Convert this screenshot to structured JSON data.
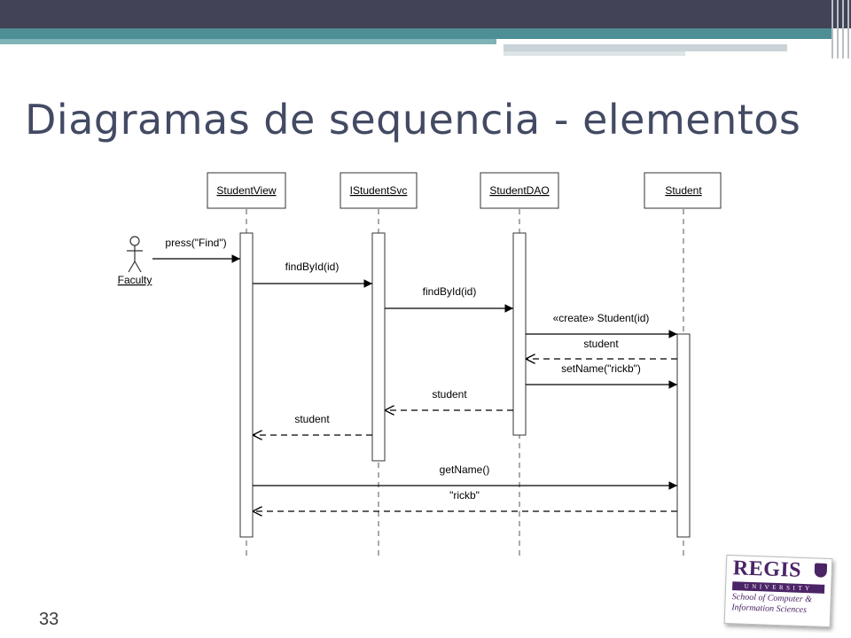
{
  "slide": {
    "title": "Diagramas de sequencia - elementos",
    "number": "33"
  },
  "diagram": {
    "actor": {
      "label": "Faculty"
    },
    "lifelines": [
      {
        "id": "studentview",
        "label": "StudentView"
      },
      {
        "id": "istudentsvc",
        "label": "IStudentSvc"
      },
      {
        "id": "studentdao",
        "label": "StudentDAO"
      },
      {
        "id": "student",
        "label": "Student"
      }
    ],
    "messages": [
      {
        "label": "press(\"Find\")",
        "from": "actor",
        "to": "studentview",
        "kind": "call"
      },
      {
        "label": "findById(id)",
        "from": "studentview",
        "to": "istudentsvc",
        "kind": "call"
      },
      {
        "label": "findById(id)",
        "from": "istudentsvc",
        "to": "studentdao",
        "kind": "call"
      },
      {
        "label": "«create» Student(id)",
        "from": "studentdao",
        "to": "student",
        "kind": "create"
      },
      {
        "label": "student",
        "from": "student",
        "to": "studentdao",
        "kind": "return"
      },
      {
        "label": "setName(\"rickb\")",
        "from": "studentdao",
        "to": "student",
        "kind": "call"
      },
      {
        "label": "student",
        "from": "studentdao",
        "to": "istudentsvc",
        "kind": "return"
      },
      {
        "label": "student",
        "from": "istudentsvc",
        "to": "studentview",
        "kind": "return"
      },
      {
        "label": "getName()",
        "from": "studentview",
        "to": "student",
        "kind": "call"
      },
      {
        "label": "\"rickb\"",
        "from": "student",
        "to": "studentview",
        "kind": "return"
      }
    ]
  },
  "logo": {
    "name": "REGIS",
    "sub": "UNIVERSITY",
    "school_line1": "School of Computer &",
    "school_line2": "Information Sciences"
  }
}
